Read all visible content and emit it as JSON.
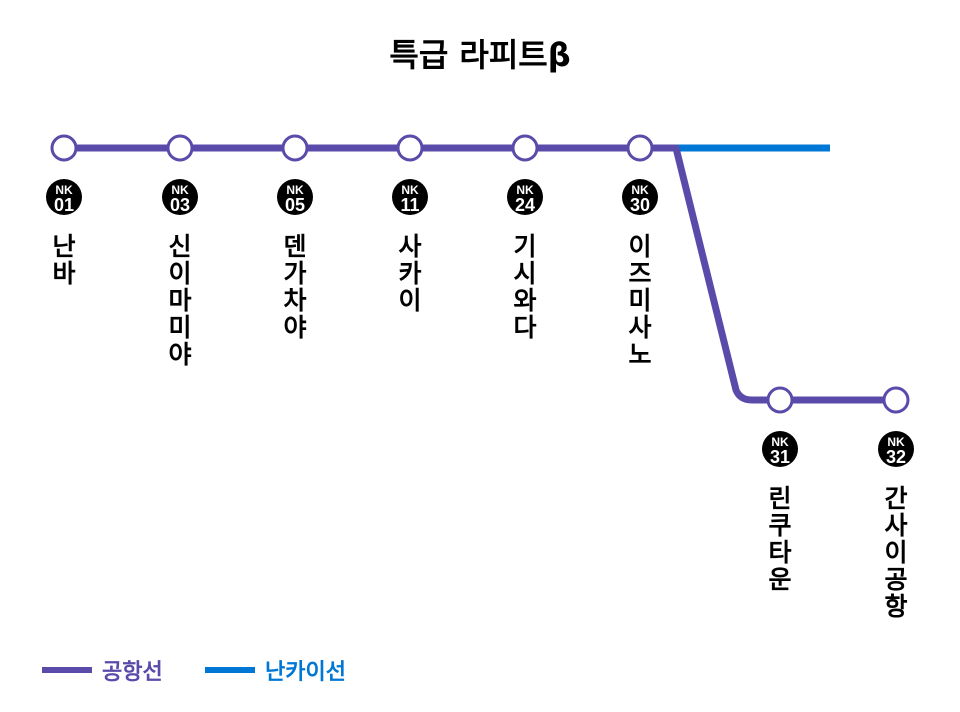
{
  "title": "특급 라피트β",
  "lines": [
    {
      "name": "공항선",
      "color": "#5a4aaa"
    },
    {
      "name": "난카이선",
      "color": "#0077d4"
    }
  ],
  "stations": [
    {
      "code_prefix": "NK",
      "code_num": "01",
      "name": "난바"
    },
    {
      "code_prefix": "NK",
      "code_num": "03",
      "name": "신이마미야"
    },
    {
      "code_prefix": "NK",
      "code_num": "05",
      "name": "덴가차야"
    },
    {
      "code_prefix": "NK",
      "code_num": "11",
      "name": "사카이"
    },
    {
      "code_prefix": "NK",
      "code_num": "24",
      "name": "기시와다"
    },
    {
      "code_prefix": "NK",
      "code_num": "30",
      "name": "이즈미사노"
    },
    {
      "code_prefix": "NK",
      "code_num": "31",
      "name": "린쿠타운"
    },
    {
      "code_prefix": "NK",
      "code_num": "32",
      "name": "간사이공항"
    }
  ]
}
